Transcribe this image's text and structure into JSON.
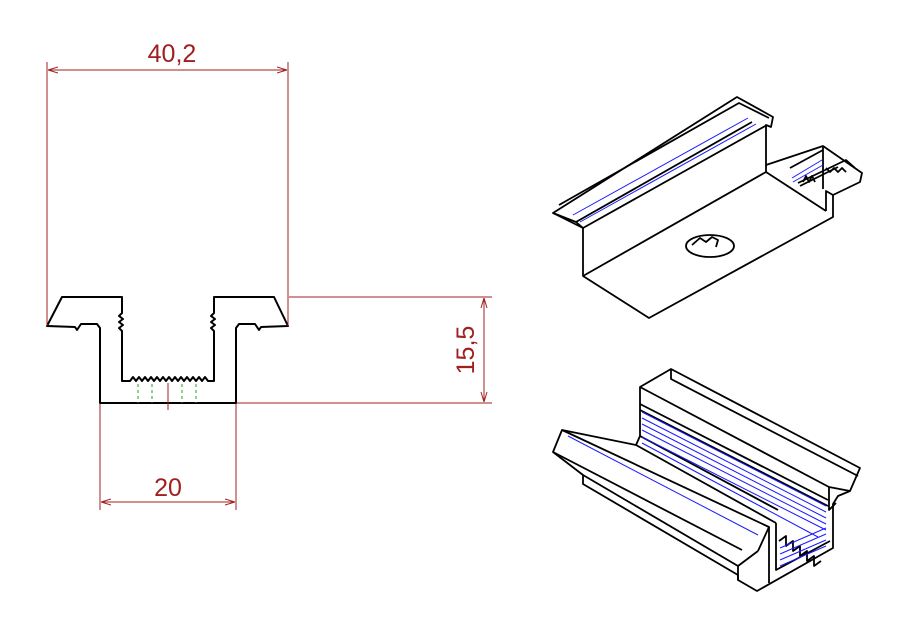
{
  "drawing": {
    "dimensions": {
      "overall_width": "40,2",
      "base_width": "20",
      "height": "15,5"
    }
  },
  "colors": {
    "dimension": "#a02020",
    "outline": "#000000",
    "edge_highlight": "#1a1aff",
    "hidden_line": "#2a9a2a",
    "background": "#ffffff"
  }
}
